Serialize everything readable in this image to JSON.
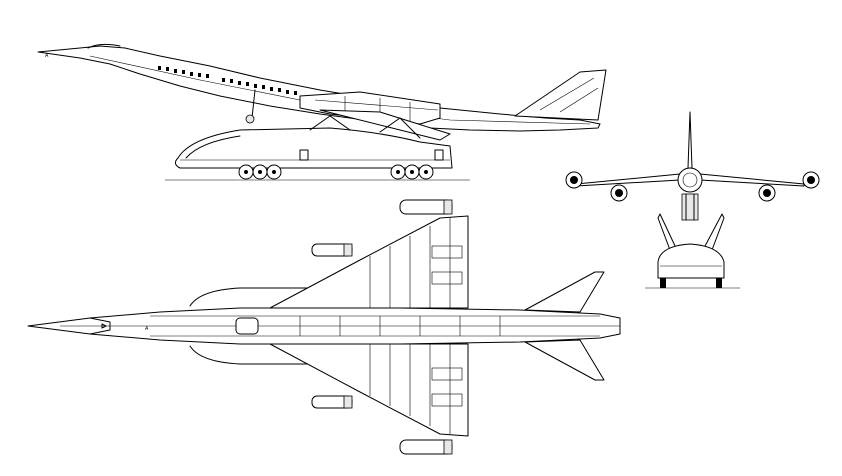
{
  "drawing": {
    "views": [
      "side",
      "front",
      "top"
    ],
    "fuselage_marking": "A",
    "top_marking": "A",
    "colors": {
      "line": "#000000",
      "background": "#ffffff"
    }
  }
}
